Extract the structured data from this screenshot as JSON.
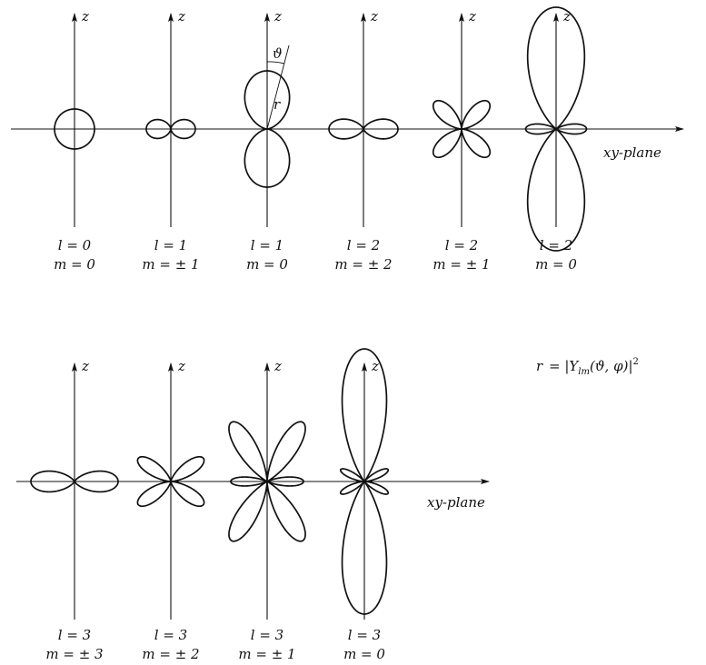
{
  "axis_labels": {
    "z": "z",
    "xy_plane": "xy-plane"
  },
  "annotations": {
    "theta": "ϑ",
    "r": "r"
  },
  "formula": {
    "lhs": "r",
    "eq": "=",
    "Y": "Y",
    "sub": "lm",
    "args": "(ϑ, φ)",
    "bar": "|",
    "power": "2"
  },
  "rows": [
    {
      "plots": [
        {
          "l": 0,
          "m": 0,
          "l_label": "l = 0",
          "m_label": "m = 0"
        },
        {
          "l": 1,
          "m": 1,
          "l_label": "l = 1",
          "m_label": "m = ± 1"
        },
        {
          "l": 1,
          "m": 0,
          "l_label": "l = 1",
          "m_label": "m = 0"
        },
        {
          "l": 2,
          "m": 2,
          "l_label": "l = 2",
          "m_label": "m = ± 2"
        },
        {
          "l": 2,
          "m": 1,
          "l_label": "l = 2",
          "m_label": "m = ± 1"
        },
        {
          "l": 2,
          "m": 0,
          "l_label": "l = 2",
          "m_label": "m = 0"
        }
      ]
    },
    {
      "plots": [
        {
          "l": 3,
          "m": 3,
          "l_label": "l = 3",
          "m_label": "m = ± 3"
        },
        {
          "l": 3,
          "m": 2,
          "l_label": "l = 3",
          "m_label": "m = ± 2"
        },
        {
          "l": 3,
          "m": 1,
          "l_label": "l = 3",
          "m_label": "m = ± 1"
        },
        {
          "l": 3,
          "m": 0,
          "l_label": "l = 3",
          "m_label": "m = 0"
        }
      ]
    }
  ]
}
